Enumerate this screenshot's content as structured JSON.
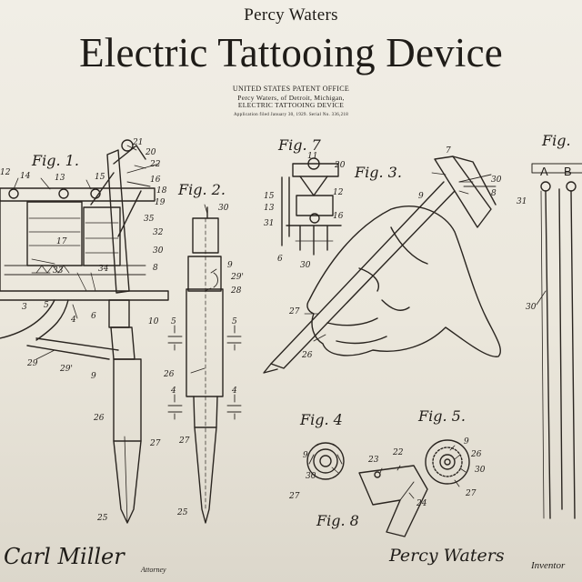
{
  "header": {
    "name": "Percy Waters",
    "title": "Electric Tattooing Device",
    "office": "UNITED STATES PATENT OFFICE",
    "inventor_line": "Percy Waters, of Detroit, Michigan,",
    "device_line": "ELECTRIC TATTOOING DEVICE",
    "application_line": "Application filed January 30, 1929.  Serial No. 336,218"
  },
  "figures": {
    "fig1": "Fig. 1.",
    "fig2": "Fig. 2.",
    "fig3": "Fig. 3.",
    "fig4": "Fig. 4",
    "fig5": "Fig. 5.",
    "fig7": "Fig. 7",
    "fig8": "Fig. 8",
    "fig6": "Fig."
  },
  "labels": {
    "a": "A",
    "b": "B",
    "fig1_top": [
      "21",
      "20",
      "22",
      "13",
      "15",
      "14",
      "12",
      "16",
      "19",
      "18"
    ],
    "fig1_side": [
      "35",
      "32",
      "30",
      "8",
      "17",
      "33",
      "34",
      "10",
      "4",
      "3",
      "5",
      "6",
      "9",
      "29'",
      "29"
    ],
    "fig1_bottom": [
      "26",
      "27",
      "25"
    ],
    "fig2_nums": [
      "30",
      "9",
      "29'",
      "28",
      "26",
      "27",
      "25"
    ],
    "section_marks": [
      "5",
      "5",
      "4",
      "4"
    ],
    "fig3_nums": [
      "7",
      "30",
      "8",
      "9",
      "27",
      "26"
    ],
    "fig7_nums": [
      "11",
      "20",
      "15",
      "13",
      "31",
      "12",
      "16",
      "6",
      "30"
    ],
    "fig4_nums": [
      "9",
      "30",
      "27"
    ],
    "fig5_nums": [
      "9",
      "26",
      "30",
      "27"
    ],
    "fig8_nums": [
      "23",
      "22",
      "24"
    ],
    "fig6_nums": [
      "31",
      "30"
    ]
  },
  "signatures": {
    "attorney_name": "Carl Miller",
    "attorney_role": "Attorney",
    "inventor_name": "Percy Waters",
    "inventor_role": "Inventor"
  }
}
